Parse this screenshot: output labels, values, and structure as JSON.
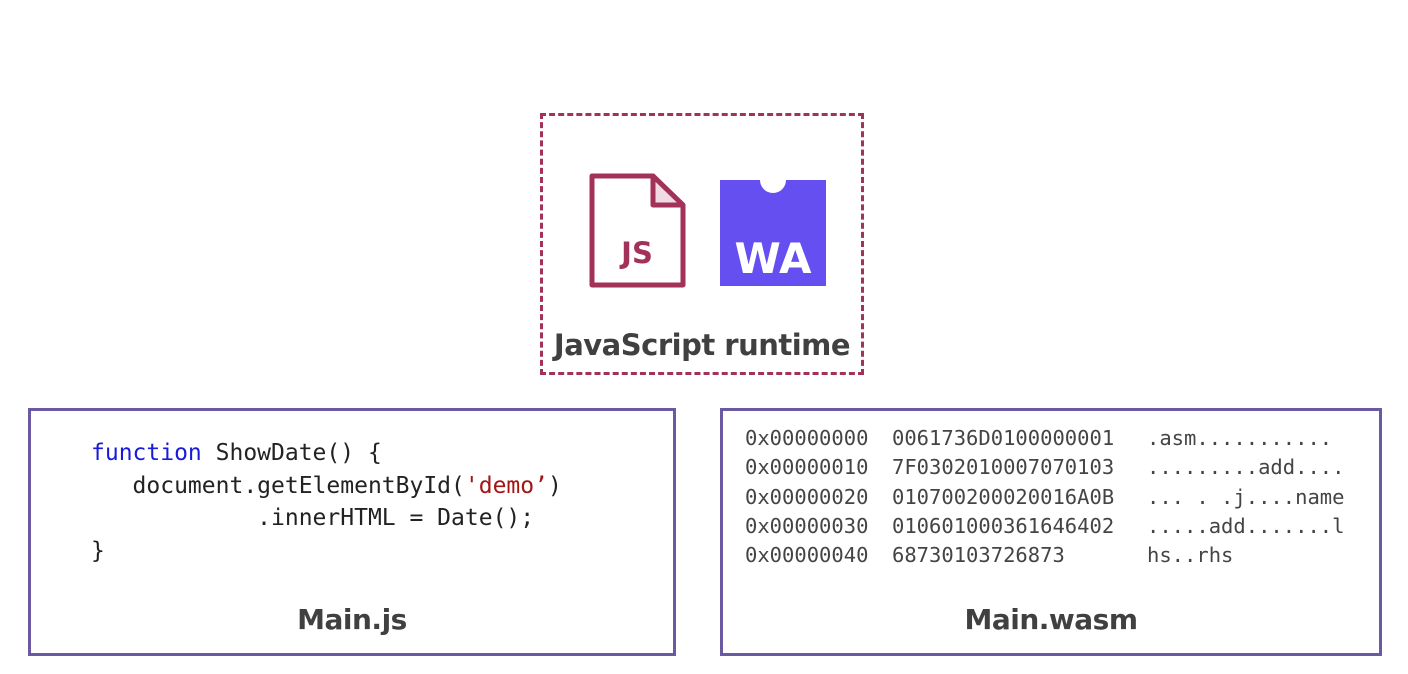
{
  "runtime": {
    "label": "JavaScript runtime",
    "js_icon_text": "JS",
    "wa_icon_text": "WA",
    "colors": {
      "runtime_border": "#a3325a",
      "wa_fill": "#654ff0"
    }
  },
  "js_panel": {
    "title": "Main.js",
    "code": {
      "l1_kw": "function",
      "l1_rest": " ShowDate() {",
      "l2_pre": "   document.getElementById(",
      "l2_str": "'demo’",
      "l2_post": ")",
      "l3": "            .innerHTML = Date();",
      "l4": "}"
    }
  },
  "wasm_panel": {
    "title": "Main.wasm",
    "rows": [
      {
        "addr": "0x00000000",
        "bytes": "0061736D0100000001",
        "ascii": ".asm..........."
      },
      {
        "addr": "0x00000010",
        "bytes": "7F0302010007070103",
        "ascii": ".........add...."
      },
      {
        "addr": "0x00000020",
        "bytes": "010700200020016A0B",
        "ascii": "... . .j....name"
      },
      {
        "addr": "0x00000030",
        "bytes": "010601000361646402",
        "ascii": ".....add.......l"
      },
      {
        "addr": "0x00000040",
        "bytes": "68730103726873",
        "ascii": "hs..rhs"
      }
    ]
  }
}
